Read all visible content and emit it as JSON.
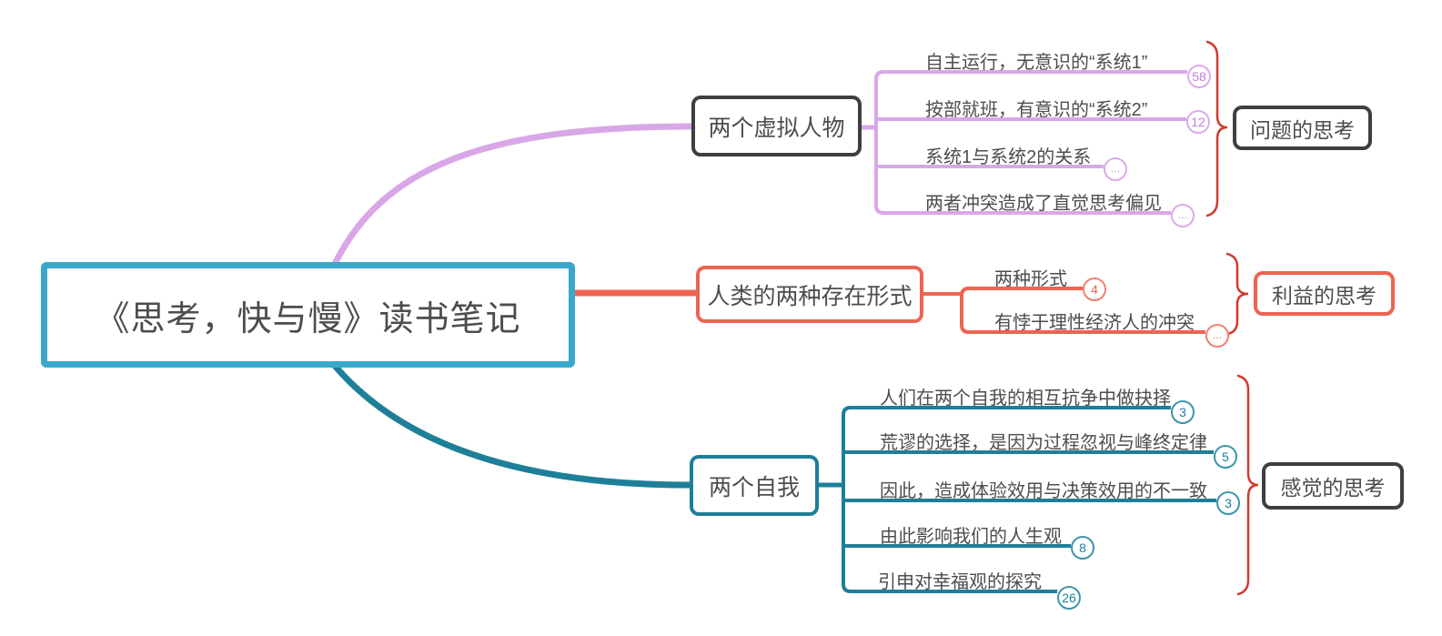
{
  "diagram": {
    "type": "mindmap",
    "root": {
      "label": "《思考，快与慢》读书笔记"
    },
    "colors": {
      "root_border": "#3aa7cc",
      "branch_purple": "#d9a7e8",
      "branch_red": "#ee6351",
      "branch_teal": "#1e7f98",
      "node_border_dark": "#3f3f3f",
      "brace_red": "#d23b2e",
      "text": "#4d4d4d"
    },
    "branches": [
      {
        "id": "virtual-characters",
        "node_label": "两个虚拟人物",
        "summary_label": "问题的思考",
        "items": [
          {
            "label": "自主运行，无意识的“系统1”",
            "badge": "58"
          },
          {
            "label": "按部就班，有意识的“系统2”",
            "badge": "12"
          },
          {
            "label": "系统1与系统2的关系",
            "badge": "…"
          },
          {
            "label": "两者冲突造成了直觉思考偏见",
            "badge": "…"
          }
        ]
      },
      {
        "id": "existence-forms",
        "node_label": "人类的两种存在形式",
        "summary_label": "利益的思考",
        "items": [
          {
            "label": "两种形式",
            "badge": "4"
          },
          {
            "label": "有悖于理性经济人的冲突",
            "badge": "…"
          }
        ]
      },
      {
        "id": "two-selves",
        "node_label": "两个自我",
        "summary_label": "感觉的思考",
        "items": [
          {
            "label": "人们在两个自我的相互抗争中做抉择",
            "badge": "3"
          },
          {
            "label": "荒谬的选择，是因为过程忽视与峰终定律",
            "badge": "5"
          },
          {
            "label": "因此，造成体验效用与决策效用的不一致",
            "badge": "3"
          },
          {
            "label": "由此影响我们的人生观",
            "badge": "8"
          },
          {
            "label": "引申对幸福观的探究",
            "badge": "26"
          }
        ]
      }
    ]
  }
}
